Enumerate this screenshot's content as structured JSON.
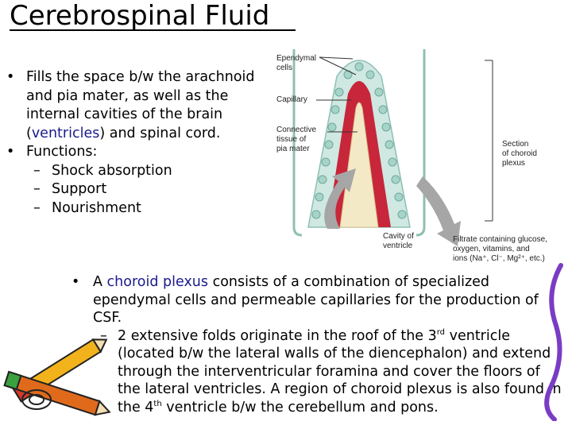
{
  "title": "Cerebrospinal Fluid",
  "bullets": {
    "b1_pre": "Fills the space b/w the arachnoid and pia mater, as well as the internal cavities of the brain (",
    "b1_kw": "ventricles",
    "b1_post": ") and spinal cord.",
    "b2": "Functions:",
    "f1": "Shock absorption",
    "f2": "Support",
    "f3": "Nourishment"
  },
  "lower": {
    "b1_pre": "A ",
    "b1_kw": "choroid plexus",
    "b1_post": " consists of a combination of specialized ependymal cells and permeable capillaries for the production of CSF.",
    "s1_a": "2 extensive folds originate in the roof of the 3",
    "s1_sup1": "rd",
    "s1_b": " ventricle (located b/w the lateral walls of the diencephalon) and extend through the interventricular foramina and cover the floors of the lateral ventricles. A region of choroid plexus is also found in the 4",
    "s1_sup2": "th",
    "s1_c": " ventricle b/w the cerebellum and pons."
  },
  "diagram": {
    "ependymal_l1": "Ependymal",
    "ependymal_l2": "cells",
    "capillary": "Capillary",
    "connective_l1": "Connective",
    "connective_l2": "tissue of",
    "connective_l3": "pia mater",
    "section_l1": "Section",
    "section_l2": "of choroid",
    "section_l3": "plexus",
    "cavity_l1": "Cavity of",
    "cavity_l2": "ventricle",
    "filtrate_l1": "Filtrate containing glucose,",
    "filtrate_l2": "oxygen, vitamins, and",
    "filtrate_l3": "ions (Na⁺, Cl⁻, Mg²⁺, etc.)"
  },
  "colors": {
    "blood": "#c8263a",
    "tissue": "#f4e9c6",
    "ependymal": "#cfe8e2",
    "arrow": "#a6a6a6",
    "keyword": "#1a1a8c"
  }
}
